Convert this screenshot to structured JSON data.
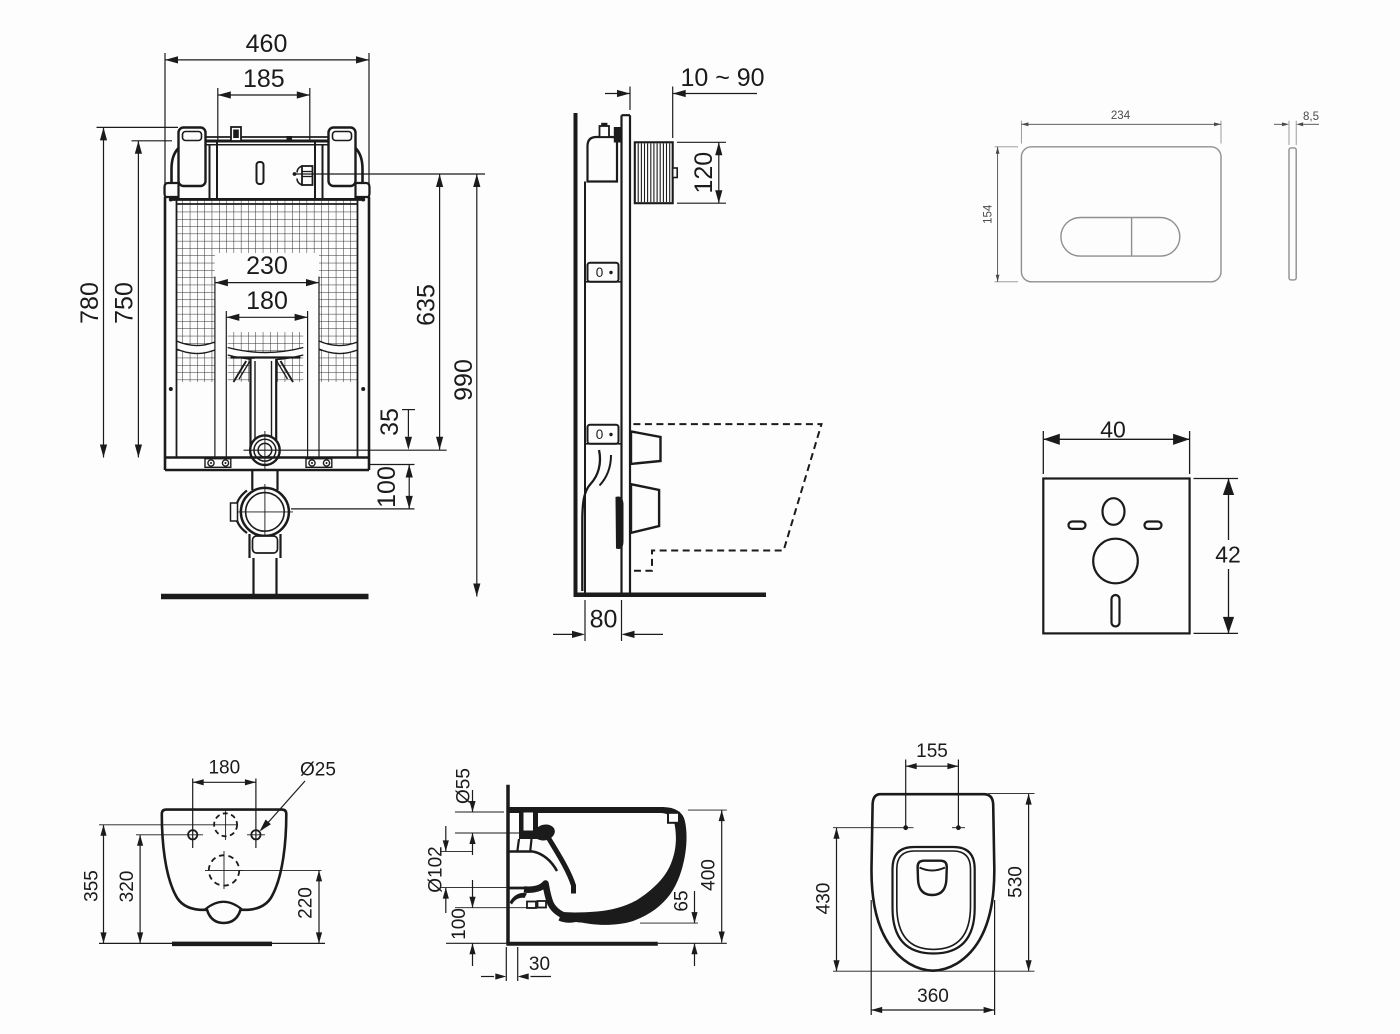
{
  "drawing_title": "wall-hung-wc-installation-dimensions",
  "views": {
    "frame_front": {
      "dims": {
        "width": "460",
        "top_opening": "185",
        "height_frame": "780",
        "height_tank": "750",
        "opening_230": "230",
        "opening_180": "180",
        "actuator_height": "635",
        "total_height": "990",
        "offset_35": "35",
        "offset_100": "100"
      }
    },
    "frame_side": {
      "dims": {
        "finish_range": "10 ~ 90",
        "actuator": "120",
        "depth": "80"
      },
      "box_label": "0"
    },
    "flush_plate": {
      "dims": {
        "width": "234",
        "height": "154",
        "thickness": "8,5"
      }
    },
    "insulation_mat": {
      "dims": {
        "width": "40",
        "height": "42"
      }
    },
    "bowl_rear": {
      "dims": {
        "hole_spacing": "180",
        "hole_diameter": "Ø25",
        "inlet_height": "355",
        "hole_height": "320",
        "outlet_height": "220"
      }
    },
    "bowl_side": {
      "dims": {
        "inlet": "Ø55",
        "outlet": "Ø102",
        "clearance": "100",
        "wall_gap": "30",
        "sump_height": "65",
        "depth": "400"
      }
    },
    "bowl_top": {
      "dims": {
        "seat_holes": "155",
        "inner_length": "430",
        "length": "530",
        "width": "360"
      }
    }
  }
}
